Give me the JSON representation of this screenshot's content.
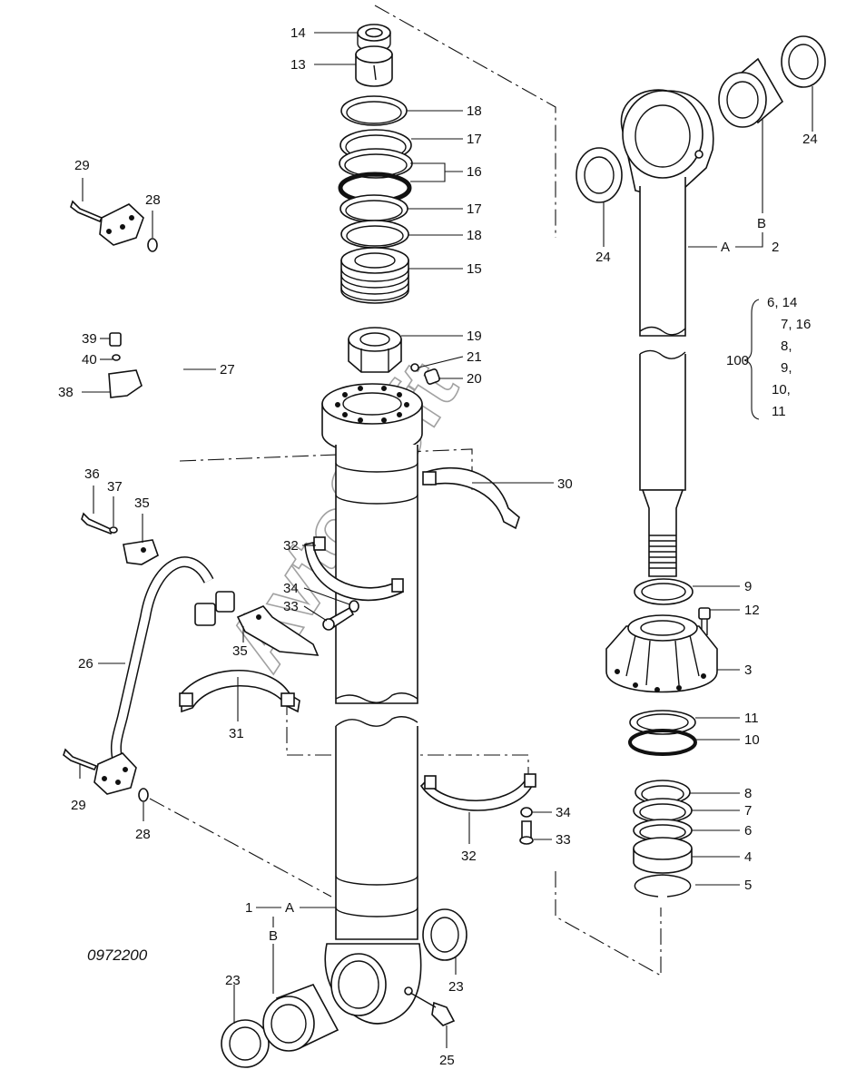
{
  "diagram": {
    "drawing_code": "0972200",
    "watermark": "AvtoSoft",
    "part_labels": {
      "p14": "14",
      "p13": "13",
      "p18a": "18",
      "p17a": "17",
      "p16": "16",
      "p17b": "17",
      "p18b": "18",
      "p15": "15",
      "p19": "19",
      "p21": "21",
      "p20": "20",
      "p29a": "29",
      "p28a": "28",
      "p39": "39",
      "p40": "40",
      "p38": "38",
      "p27": "27",
      "p36": "36",
      "p37": "37",
      "p35a": "35",
      "p30": "30",
      "p32a": "32",
      "p34a": "34",
      "p33a": "33",
      "p35b": "35",
      "p26": "26",
      "p31": "31",
      "p29b": "29",
      "p28b": "28",
      "p32b": "32",
      "p34b": "34",
      "p33b": "33",
      "p1": "1",
      "pA1": "A",
      "pB1": "B",
      "p23a": "23",
      "p23b": "23",
      "p25": "25",
      "p24a": "24",
      "p24b": "24",
      "pB2": "B",
      "pA2": "A",
      "p2": "2",
      "p100": "100",
      "g1": "6, 14",
      "g2": "7, 16",
      "g3": "8,",
      "g4": "9,",
      "g5": "10,",
      "g6": "11",
      "p9": "9",
      "p12": "12",
      "p3": "3",
      "p11": "11",
      "p10": "10",
      "p8": "8",
      "p7": "7",
      "p6": "6",
      "p4": "4",
      "p5": "5"
    }
  }
}
